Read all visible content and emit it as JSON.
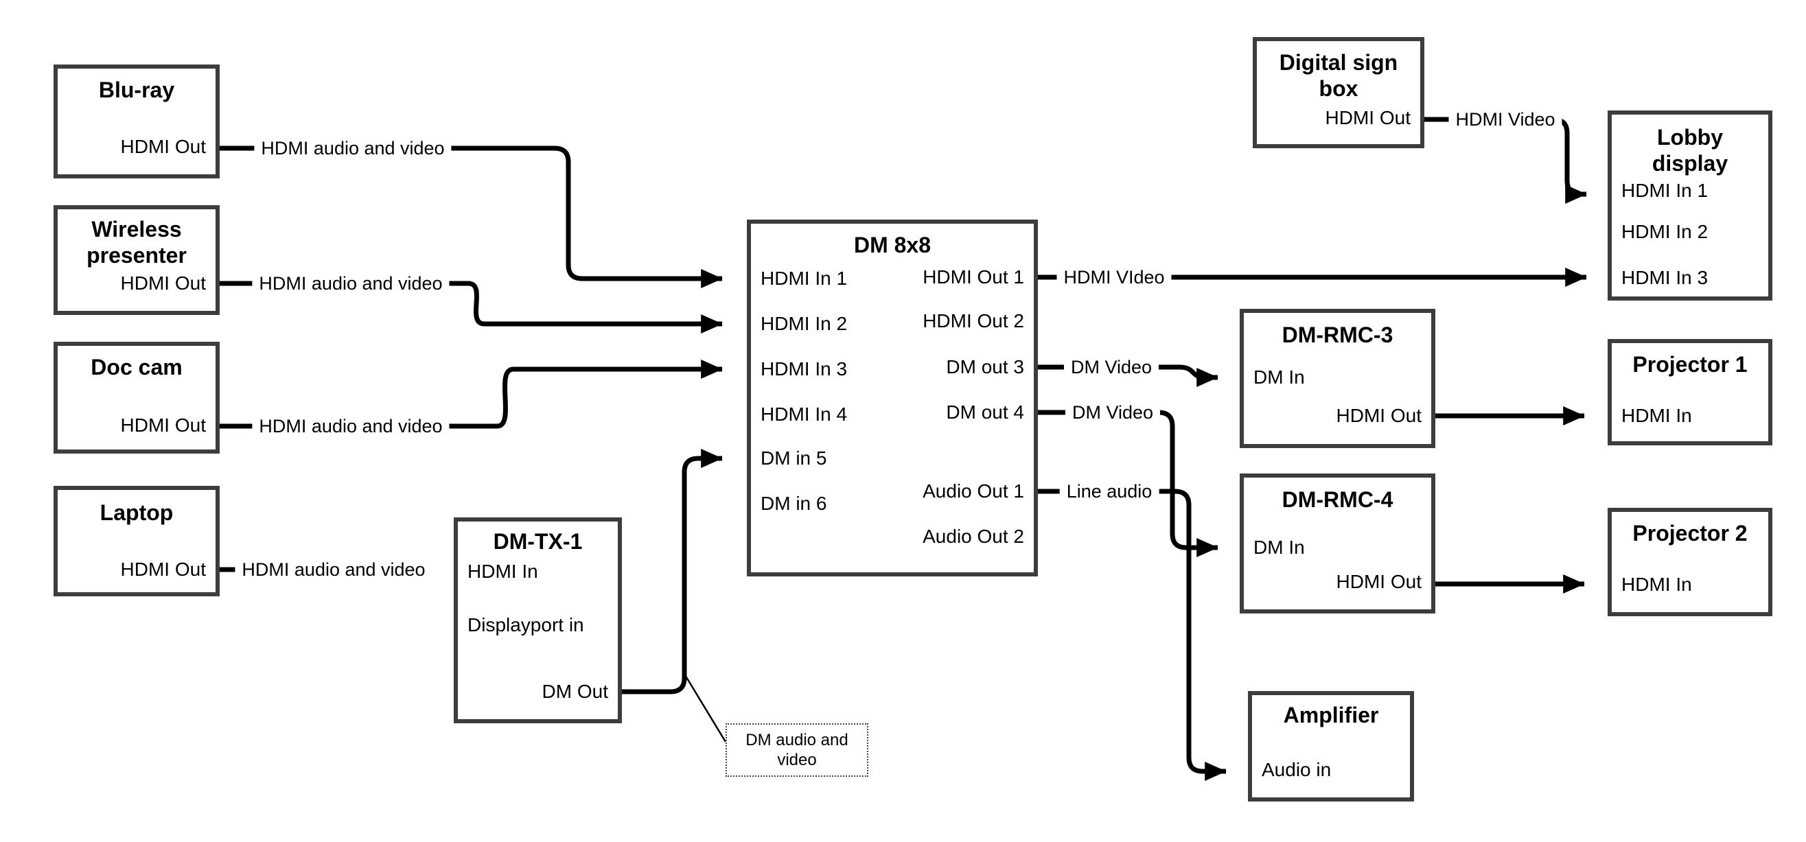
{
  "colors": {
    "box_border": "#3d3d3d",
    "connector": "#000000",
    "background": "#ffffff",
    "text": "#000000"
  },
  "nodes": {
    "bluray": {
      "title": "Blu-ray",
      "ports": {
        "hdmi_out": "HDMI Out"
      }
    },
    "wireless": {
      "title": "Wireless presenter",
      "ports": {
        "hdmi_out": "HDMI Out"
      }
    },
    "doccam": {
      "title": "Doc cam",
      "ports": {
        "hdmi_out": "HDMI Out"
      }
    },
    "laptop": {
      "title": "Laptop",
      "ports": {
        "hdmi_out": "HDMI Out"
      }
    },
    "dmtx1": {
      "title": "DM-TX-1",
      "ports": {
        "hdmi_in": "HDMI In",
        "displayport_in": "Displayport in",
        "dm_out": "DM Out"
      }
    },
    "dm8x8": {
      "title": "DM 8x8",
      "inputs": [
        "HDMI In 1",
        "HDMI In 2",
        "HDMI In 3",
        "HDMI In 4",
        "DM in 5",
        "DM in 6"
      ],
      "outputs": [
        "HDMI Out 1",
        "HDMI Out 2",
        "DM out 3",
        "DM out 4",
        "Audio Out 1",
        "Audio Out 2"
      ]
    },
    "digital_sign": {
      "title": "Digital sign box",
      "ports": {
        "hdmi_out": "HDMI Out"
      }
    },
    "lobby": {
      "title": "Lobby display",
      "ports": {
        "hdmi_in_1": "HDMI In 1",
        "hdmi_in_2": "HDMI In 2",
        "hdmi_in_3": "HDMI In 3"
      }
    },
    "dmrmc3": {
      "title": "DM-RMC-3",
      "ports": {
        "dm_in": "DM In",
        "hdmi_out": "HDMI Out"
      }
    },
    "proj1": {
      "title": "Projector 1",
      "ports": {
        "hdmi_in": "HDMI In"
      }
    },
    "dmrmc4": {
      "title": "DM-RMC-4",
      "ports": {
        "dm_in": "DM In",
        "hdmi_out": "HDMI Out"
      }
    },
    "proj2": {
      "title": "Projector 2",
      "ports": {
        "hdmi_in": "HDMI In"
      }
    },
    "amplifier": {
      "title": "Amplifier",
      "ports": {
        "audio_in": "Audio in"
      }
    }
  },
  "connection_labels": {
    "bluray_dm8x8": "HDMI audio and video",
    "wireless_dm8x8": "HDMI audio and video",
    "doccam_dm8x8": "HDMI audio and video",
    "laptop_dmtx1": "HDMI audio and video",
    "dm8x8_lobby": "HDMI VIdeo",
    "dm8x8_dmrmc3": "DM Video",
    "dm8x8_dmrmc4": "DM Video",
    "dm8x8_amplifier": "Line audio",
    "digitalsign_lobby": "HDMI Video"
  },
  "callout": {
    "text": "DM audio and video"
  }
}
